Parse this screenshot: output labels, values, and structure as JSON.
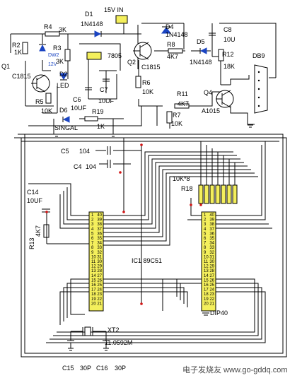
{
  "supply": {
    "label": "15V IN"
  },
  "regulator": {
    "label": "7805"
  },
  "connector": {
    "label": "DB9"
  },
  "diodes": {
    "d1": {
      "ref": "D1",
      "part": "1N4148"
    },
    "d2": {
      "ref": "D2",
      "part": "LED"
    },
    "d4": {
      "ref": "D4",
      "part": "1N4148"
    },
    "d5": {
      "ref": "D5",
      "part": "1N4148"
    },
    "d6": {
      "ref": "D6",
      "part": "SINGAL"
    },
    "dw2": {
      "ref": "DW2",
      "part": "12V"
    }
  },
  "transistors": {
    "q1": {
      "ref": "Q1",
      "part": "C1815"
    },
    "q2": {
      "ref": "Q2",
      "part": "C1815"
    },
    "q4": {
      "ref": "Q4",
      "part": "A1015"
    }
  },
  "resistors": {
    "r2": {
      "ref": "R2",
      "value": "1K"
    },
    "r3": {
      "ref": "R3",
      "value": "3K"
    },
    "r4": {
      "ref": "R4",
      "value": "3K"
    },
    "r5": {
      "ref": "R5",
      "value": "10K"
    },
    "r6": {
      "ref": "R6",
      "value": "10K"
    },
    "r7": {
      "ref": "R7",
      "value": "10K"
    },
    "r8": {
      "ref": "R8",
      "value": "4K7"
    },
    "r11": {
      "ref": "R11",
      "value": "4K7"
    },
    "r12": {
      "ref": "R12",
      "value": "18K"
    },
    "r13": {
      "ref": "R13",
      "value": "4K7"
    },
    "r18": {
      "ref": "R18",
      "value": "10K*8"
    },
    "r19": {
      "ref": "R19",
      "value": "1K"
    }
  },
  "capacitors": {
    "c4": {
      "ref": "C4",
      "value": "104"
    },
    "c5": {
      "ref": "C5",
      "value": "104"
    },
    "c6": {
      "ref": "C6",
      "value": "10UF"
    },
    "c7": {
      "ref": "C7",
      "value": "10UF"
    },
    "c8": {
      "ref": "C8",
      "value": "10U"
    },
    "c14": {
      "ref": "C14",
      "value": "10UF"
    },
    "c15": {
      "ref": "C15",
      "value": "30P"
    },
    "c16": {
      "ref": "C16",
      "value": "30P"
    }
  },
  "crystal": {
    "ref": "XT2",
    "value": "11.0592M"
  },
  "ic1": {
    "label": "IC1 89C51"
  },
  "ic2": {
    "label": "DIP40"
  },
  "dip_pins": {
    "left": [
      "1",
      "2",
      "3",
      "4",
      "5",
      "6",
      "7",
      "8",
      "9",
      "10",
      "11",
      "12",
      "13",
      "14",
      "15",
      "16",
      "17",
      "18",
      "19",
      "20"
    ],
    "right": [
      "40",
      "39",
      "38",
      "37",
      "36",
      "35",
      "34",
      "33",
      "32",
      "31",
      "30",
      "29",
      "28",
      "27",
      "26",
      "25",
      "24",
      "23",
      "22",
      "21"
    ]
  },
  "watermark": {
    "text": "电子发烧友 www.go-gddq.com"
  }
}
